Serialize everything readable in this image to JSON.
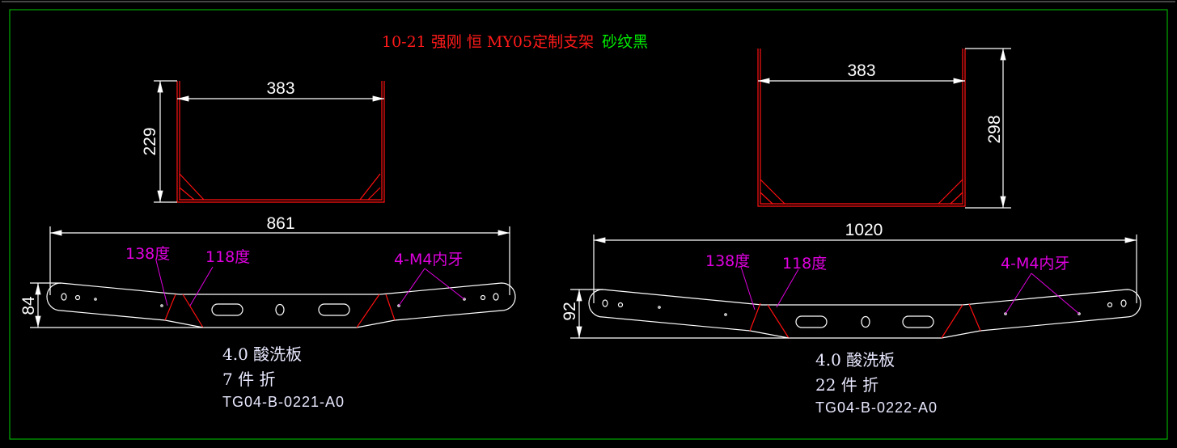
{
  "title": {
    "text": "10-21 强刚 恒 MY05定制支架",
    "finish": "砂纹黑",
    "color": "#ff0000",
    "finish_color": "#00ff00"
  },
  "left_part": {
    "side_width": "383",
    "side_height": "229",
    "flat_length": "861",
    "flat_height": "84",
    "angle_a": "138度",
    "angle_b": "118度",
    "thread_note": "4-M4内牙",
    "material": "4.0 酸洗板",
    "qty": "7 件 折",
    "code": "TG04-B-0221-A0"
  },
  "right_part": {
    "side_width": "383",
    "side_height": "298",
    "flat_length": "1020",
    "flat_height": "92",
    "angle_a": "138度",
    "angle_b": "118度",
    "thread_note": "4-M4内牙",
    "material": "4.0 酸洗板",
    "qty": "22 件 折",
    "code": "TG04-B-0222-A0"
  }
}
